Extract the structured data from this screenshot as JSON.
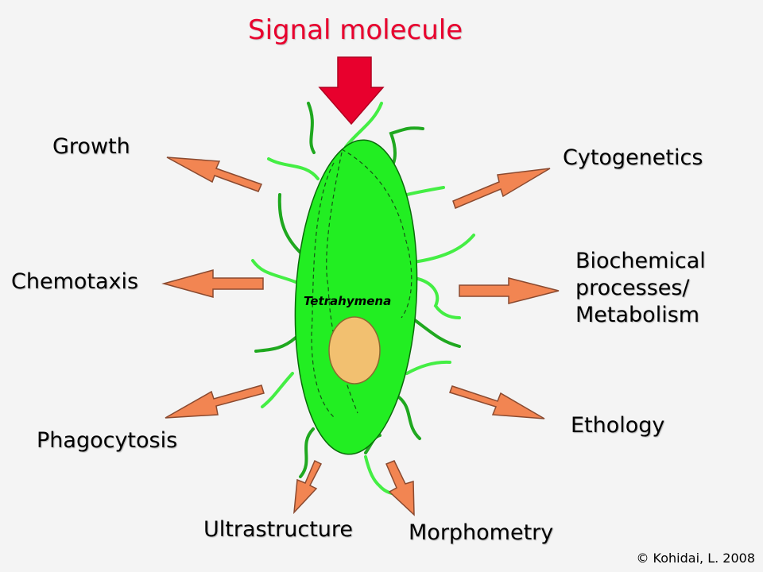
{
  "title": "Signal molecule",
  "organism": "Tetrahymena",
  "labels": {
    "growth": "Growth",
    "chemotaxis": "Chemotaxis",
    "phagocytosis": "Phagocytosis",
    "ultrastructure": "Ultrastructure",
    "morphometry": "Morphometry",
    "ethology": "Ethology",
    "biochemical": [
      "Biochemical",
      "processes/",
      "Metabolism"
    ],
    "cytogenetics": "Cytogenetics"
  },
  "copyright": "© Kohidai, L. 2008",
  "colors": {
    "title": "#e8002d",
    "signal_arrow": "#e8002d",
    "cell_body": "#22ee22",
    "nucleus": "#f2c070",
    "output_arrows": "#f28552",
    "cilia_dark": "#1fa81f",
    "cilia_light": "#44ee44"
  }
}
